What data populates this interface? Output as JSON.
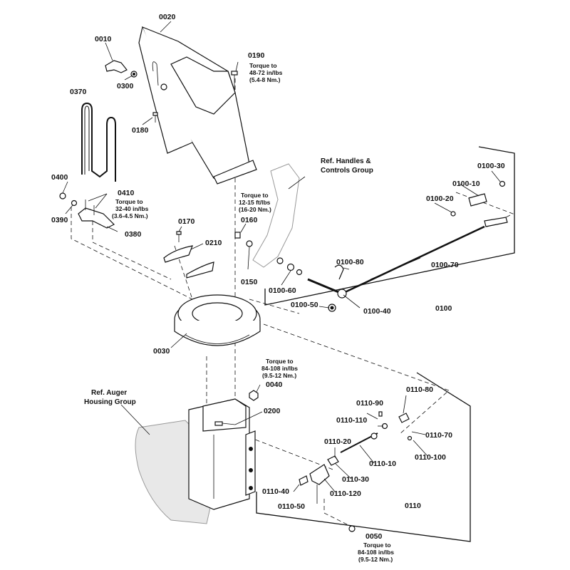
{
  "labels": {
    "p0010": "0010",
    "p0020": "0020",
    "p0190": "0190",
    "p0300": "0300",
    "p0370": "0370",
    "p0180": "0180",
    "p0400": "0400",
    "p0410": "0410",
    "p0390": "0390",
    "p0380": "0380",
    "p0170": "0170",
    "p0210": "0210",
    "p0160": "0160",
    "p0150": "0150",
    "p0030": "0030",
    "p0040": "0040",
    "p0200": "0200",
    "p0050": "0050",
    "p0100": "0100",
    "p0100_10": "0100-10",
    "p0100_20": "0100-20",
    "p0100_30": "0100-30",
    "p0100_40": "0100-40",
    "p0100_50": "0100-50",
    "p0100_60": "0100-60",
    "p0100_70": "0100-70",
    "p0100_80": "0100-80",
    "p0110": "0110",
    "p0110_10": "0110-10",
    "p0110_20": "0110-20",
    "p0110_30": "0110-30",
    "p0110_40": "0110-40",
    "p0110_50": "0110-50",
    "p0110_70": "0110-70",
    "p0110_80": "0110-80",
    "p0110_90": "0110-90",
    "p0110_100": "0110-100",
    "p0110_110": "0110-110",
    "p0110_120": "0110-120"
  },
  "references": {
    "handles": [
      "Ref. Handles &",
      "Controls Group"
    ],
    "auger": [
      "Ref. Auger",
      "Housing Group"
    ]
  },
  "torque_notes": {
    "t0190": [
      "Torque to",
      "48-72 in/lbs",
      "(5.4-8 Nm.)"
    ],
    "t0410": [
      "Torque to",
      "32-40 in/lbs",
      "(3.6-4.5 Nm.)"
    ],
    "t0160": [
      "Torque to",
      "12-15 ft/lbs",
      "(16-20 Nm.)"
    ],
    "t0040": [
      "Torque to",
      "84-108 in/lbs",
      "(9.5-12 Nm.)"
    ],
    "t0050": [
      "Torque to",
      "84-108 in/lbs",
      "(9.5-12 Nm.)"
    ]
  }
}
